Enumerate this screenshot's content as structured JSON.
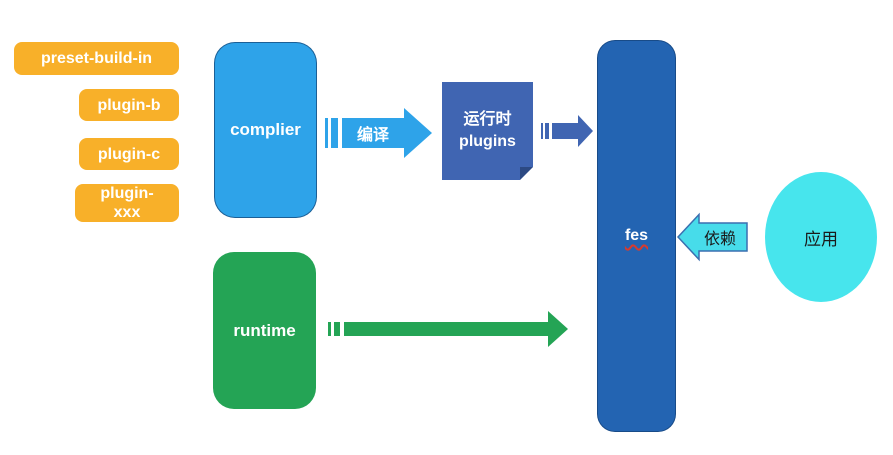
{
  "diagram": {
    "plugin_badges": [
      {
        "label": "preset-build-in"
      },
      {
        "label": "plugin-b"
      },
      {
        "label": "plugin-c"
      },
      {
        "label": "plugin-xxx"
      }
    ],
    "complier_block": {
      "label": "complier"
    },
    "compile_arrow": {
      "label": "编译"
    },
    "runtime_plugins_note": {
      "line1": "运行时",
      "line2": "plugins"
    },
    "fes_block": {
      "label": "fes"
    },
    "runtime_block": {
      "label": "runtime"
    },
    "depend_arrow": {
      "label": "依赖"
    },
    "app_ellipse": {
      "label": "应用"
    },
    "colors": {
      "badge_orange": "#F8B029",
      "complier_blue": "#2EA3E9",
      "note_blue": "#4065B2",
      "fes_blue": "#2364B2",
      "runtime_green": "#24A455",
      "app_cyan": "#47E5ED",
      "squiggle_red": "#D83A2E"
    }
  }
}
